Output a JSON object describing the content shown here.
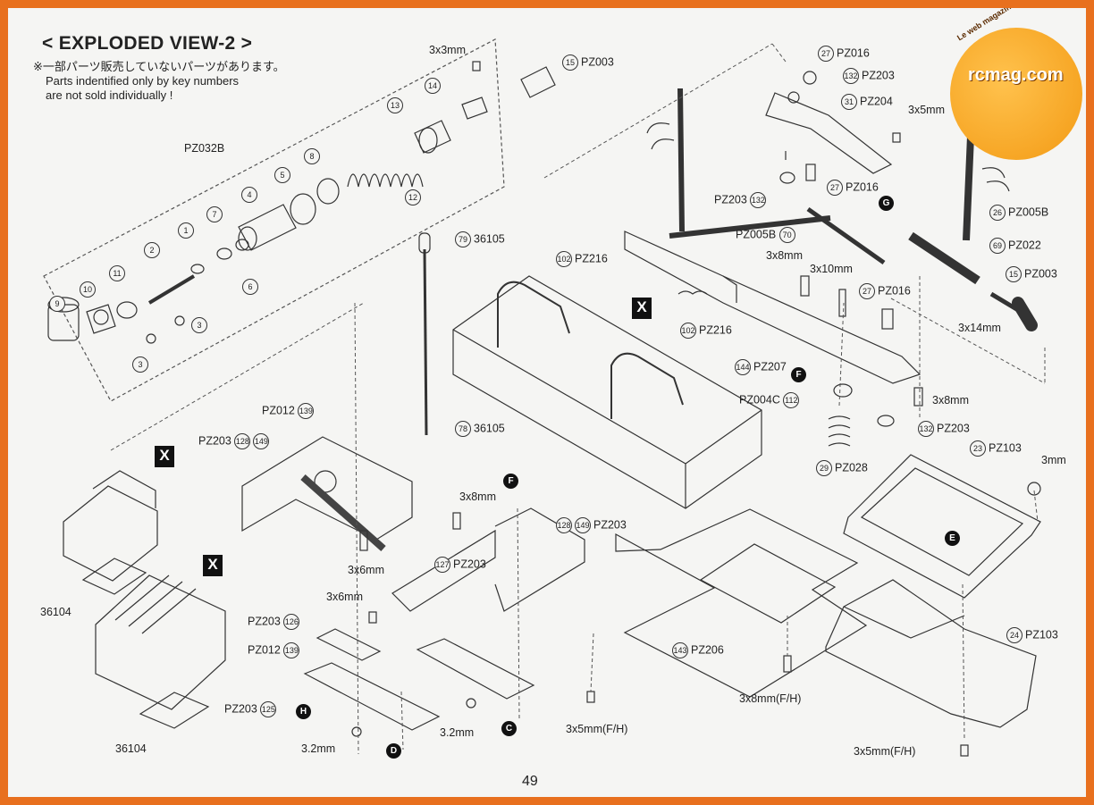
{
  "title": "< EXPLODED VIEW-2 >",
  "notes": {
    "japanese": "※一部パーツ販売していないパーツがあります。",
    "english_line1": "Parts indentified only by key numbers",
    "english_line2": "are not sold individually !"
  },
  "page_number": "49",
  "logo": {
    "brand": "rcmag.com",
    "tagline": "Le web magazine du modelisme"
  },
  "x_badge": "X",
  "group_labels": {
    "pz032b": "PZ032B",
    "pz012_a": "PZ012",
    "pz203_a": "PZ203",
    "pz203_b": "PZ203",
    "pz203_c": "PZ203",
    "pz203_d": "PZ203",
    "pz012_b": "PZ012",
    "pz203_e": "PZ203",
    "pz216_a": "PZ216",
    "pz216_b": "PZ216",
    "pz207": "PZ207",
    "pz206": "PZ206",
    "pz016_a": "PZ016",
    "pz016_b": "PZ016",
    "pz016_c": "PZ016",
    "pz203_f": "PZ203",
    "pz204": "PZ204",
    "pz203_g": "PZ203",
    "pz005b_a": "PZ005B",
    "pz005b_b": "PZ005B",
    "pz022": "PZ022",
    "pz003_a": "PZ003",
    "pz003_b": "PZ003",
    "pz004c": "PZ004C",
    "pz203_h": "PZ203",
    "pz028": "PZ028",
    "pz103_a": "PZ103",
    "pz103_b": "PZ103",
    "36105_a": "36105",
    "36105_b": "36105",
    "36104_a": "36104",
    "36104_b": "36104"
  },
  "key_numbers": {
    "n1": "1",
    "n2": "2",
    "n3a": "3",
    "n3b": "3",
    "n4": "4",
    "n5": "5",
    "n6": "6",
    "n7": "7",
    "n8": "8",
    "n9": "9",
    "n10": "10",
    "n11": "11",
    "n12": "12",
    "n13": "13",
    "n14": "14",
    "n15a": "15",
    "n15b": "15",
    "n23": "23",
    "n24": "24",
    "n26": "26",
    "n27a": "27",
    "n27b": "27",
    "n27c": "27",
    "n29": "29",
    "n31": "31",
    "n69": "69",
    "n70": "70",
    "n78": "78",
    "n79": "79",
    "n102a": "102",
    "n102b": "102",
    "n112": "112",
    "n125": "125",
    "n126": "126",
    "n127": "127",
    "n128a": "128",
    "n128b": "128",
    "n132a": "132",
    "n132b": "132",
    "n132c": "132",
    "n139a": "139",
    "n139b": "139",
    "n143": "143",
    "n144": "144",
    "n149a": "149",
    "n149b": "149"
  },
  "screws": {
    "s3x3": "3x3mm",
    "s3x5a": "3x5mm",
    "s3x8a": "3x8mm",
    "s3x10": "3x10mm",
    "s3x14": "3x14mm",
    "s3x8b": "3x8mm",
    "s3x8c": "3x8mm",
    "s3x6a": "3x6mm",
    "s3x6b": "3x6mm",
    "w32a": "3.2mm",
    "w32b": "3.2mm",
    "s3x5fh_a": "3x5mm(F/H)",
    "s3x8fh": "3x8mm(F/H)",
    "s3x5fh_b": "3x5mm(F/H)",
    "n3mm": "3mm"
  },
  "markers": {
    "c": "C",
    "d": "D",
    "e": "E",
    "f1": "F",
    "f2": "F",
    "g": "G",
    "h": "H"
  }
}
